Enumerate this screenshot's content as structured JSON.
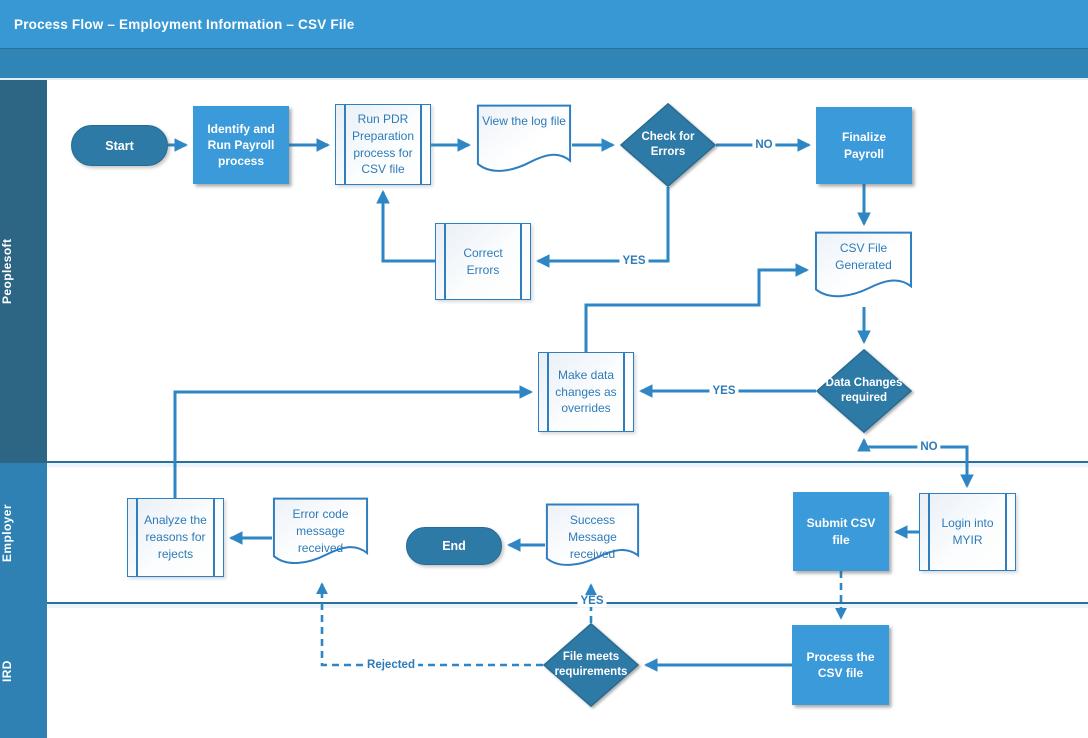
{
  "title_bar": {
    "title": "Process Flow – Employment Information – CSV File"
  },
  "lanes": [
    {
      "label": "Peoplesoft"
    },
    {
      "label": "Employer"
    },
    {
      "label": "IRD"
    }
  ],
  "nodes": {
    "start": {
      "label": "Start",
      "type": "terminator",
      "lane": "Peoplesoft"
    },
    "identify": {
      "label": "Identify and Run Payroll process",
      "type": "process",
      "lane": "Peoplesoft"
    },
    "run_pdr": {
      "label": "Run PDR Preparation process for CSV file",
      "type": "predefined-process",
      "lane": "Peoplesoft"
    },
    "view_log": {
      "label": "View the log file",
      "type": "document",
      "lane": "Peoplesoft"
    },
    "check_errors": {
      "label": "Check for Errors",
      "type": "decision",
      "lane": "Peoplesoft"
    },
    "finalize": {
      "label": "Finalize Payroll",
      "type": "process",
      "lane": "Peoplesoft"
    },
    "correct": {
      "label": "Correct Errors",
      "type": "predefined-process",
      "lane": "Peoplesoft"
    },
    "csv_generated": {
      "label": "CSV File Generated",
      "type": "document",
      "lane": "Peoplesoft"
    },
    "data_changes": {
      "label": "Data Changes required",
      "type": "decision",
      "lane": "Peoplesoft"
    },
    "make_changes": {
      "label": "Make data changes as overrides",
      "type": "predefined-process",
      "lane": "Peoplesoft"
    },
    "analyze": {
      "label": "Analyze the reasons for rejects",
      "type": "predefined-process",
      "lane": "Employer"
    },
    "error_code": {
      "label": "Error code message received",
      "type": "document",
      "lane": "Employer"
    },
    "end": {
      "label": "End",
      "type": "terminator",
      "lane": "Employer"
    },
    "success_msg": {
      "label": "Success Message received",
      "type": "document",
      "lane": "Employer"
    },
    "submit": {
      "label": "Submit CSV file",
      "type": "process",
      "lane": "Employer"
    },
    "login": {
      "label": "Login into MYIR",
      "type": "predefined-process",
      "lane": "Employer"
    },
    "file_meets": {
      "label": "File meets requirements",
      "type": "decision",
      "lane": "IRD"
    },
    "process_csv": {
      "label": "Process the CSV file",
      "type": "process",
      "lane": "IRD"
    }
  },
  "edge_labels": {
    "check_no": "NO",
    "check_yes": "YES",
    "changes_yes": "YES",
    "changes_no": "NO",
    "meets_yes": "YES",
    "meets_rejected": "Rejected"
  },
  "colors": {
    "titlebar": "#3898d4",
    "subband": "#2f85b5",
    "lane_peoplesoft": "#2d6585",
    "lane_employer_ird": "#2e81b2",
    "process_fill": "#3b9ad9",
    "decision_fill": "#2d7aa7",
    "terminator_fill": "#2d7aa7",
    "outline_blue": "#2f7fc0",
    "connector_blue": "#2e86c4",
    "node_text_blue": "#2e7bb8"
  }
}
